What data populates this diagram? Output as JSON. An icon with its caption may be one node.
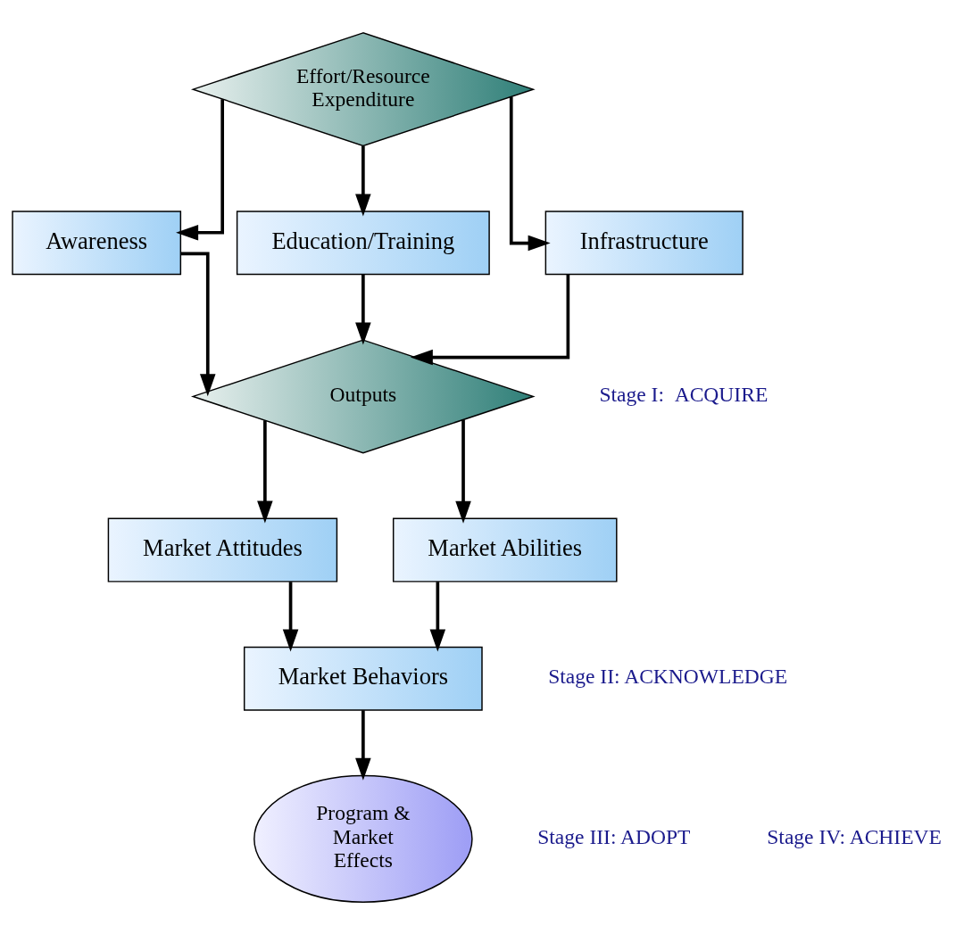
{
  "diagram": {
    "nodes": [
      {
        "text": [
          "Effort/Resource Expenditure"
        ]
      },
      {
        "text": [
          "Awareness"
        ]
      },
      {
        "text": [
          "Education/Training"
        ]
      },
      {
        "text": [
          "Infrastructure"
        ]
      },
      {
        "text": [
          "Outputs"
        ]
      },
      {
        "text": [
          "Market Attitudes"
        ]
      },
      {
        "text": [
          "Market Abilities"
        ]
      },
      {
        "text": [
          "Market Behaviors"
        ]
      },
      {
        "text": [
          "Program & Market Effects"
        ]
      }
    ],
    "edges": [
      {
        "from": 0,
        "to": 1,
        "arrow": "to"
      },
      {
        "from": 0,
        "to": 2,
        "arrow": "to"
      },
      {
        "from": 0,
        "to": 3,
        "arrow": "to"
      },
      {
        "from": 1,
        "to": 4,
        "arrow": "to"
      },
      {
        "from": 2,
        "to": 4,
        "arrow": "to"
      },
      {
        "from": 3,
        "to": 4,
        "arrow": "to"
      },
      {
        "from": 4,
        "to": 5,
        "arrow": "to"
      },
      {
        "from": 4,
        "to": 6,
        "arrow": "to"
      },
      {
        "from": 5,
        "to": 7,
        "arrow": "to"
      },
      {
        "from": 6,
        "to": 7,
        "arrow": "to"
      },
      {
        "from": 7,
        "to": 8,
        "arrow": "to"
      }
    ],
    "labels": [
      "Stage I:  ACQUIRE",
      "Stage II: ACKNOWLEDGE",
      "Stage III: ADOPT",
      "Stage IV: ACHIEVE"
    ]
  }
}
